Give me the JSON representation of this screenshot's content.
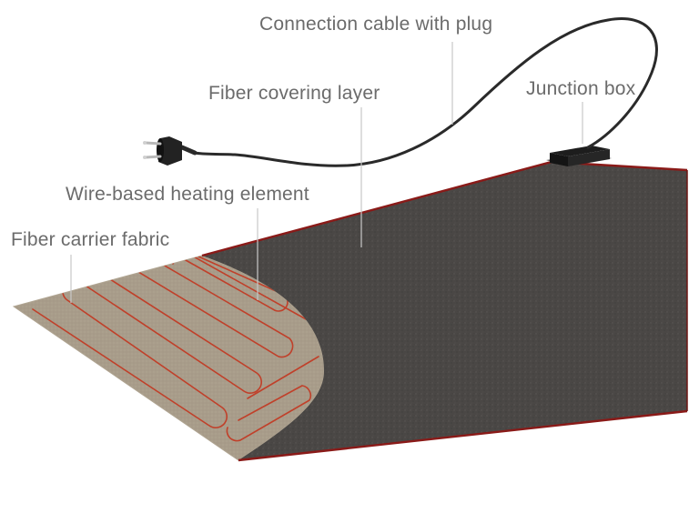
{
  "labels": {
    "connection_cable": "Connection cable with plug",
    "junction_box": "Junction box",
    "fiber_covering": "Fiber covering layer",
    "wire_heating": "Wire-based heating element",
    "fiber_carrier": "Fiber carrier fabric"
  },
  "colors": {
    "covering_layer": "#4a4745",
    "carrier_fabric": "#a89c8a",
    "heating_wire": "#c0402a",
    "edge_trim": "#8a1a18",
    "cable": "#2a2a2a",
    "leader_lines": "#c8c8c8",
    "label_text": "#6b6b6b"
  },
  "icons": {
    "plug": "schuko-plug-icon",
    "junction_box": "junction-box-icon"
  }
}
